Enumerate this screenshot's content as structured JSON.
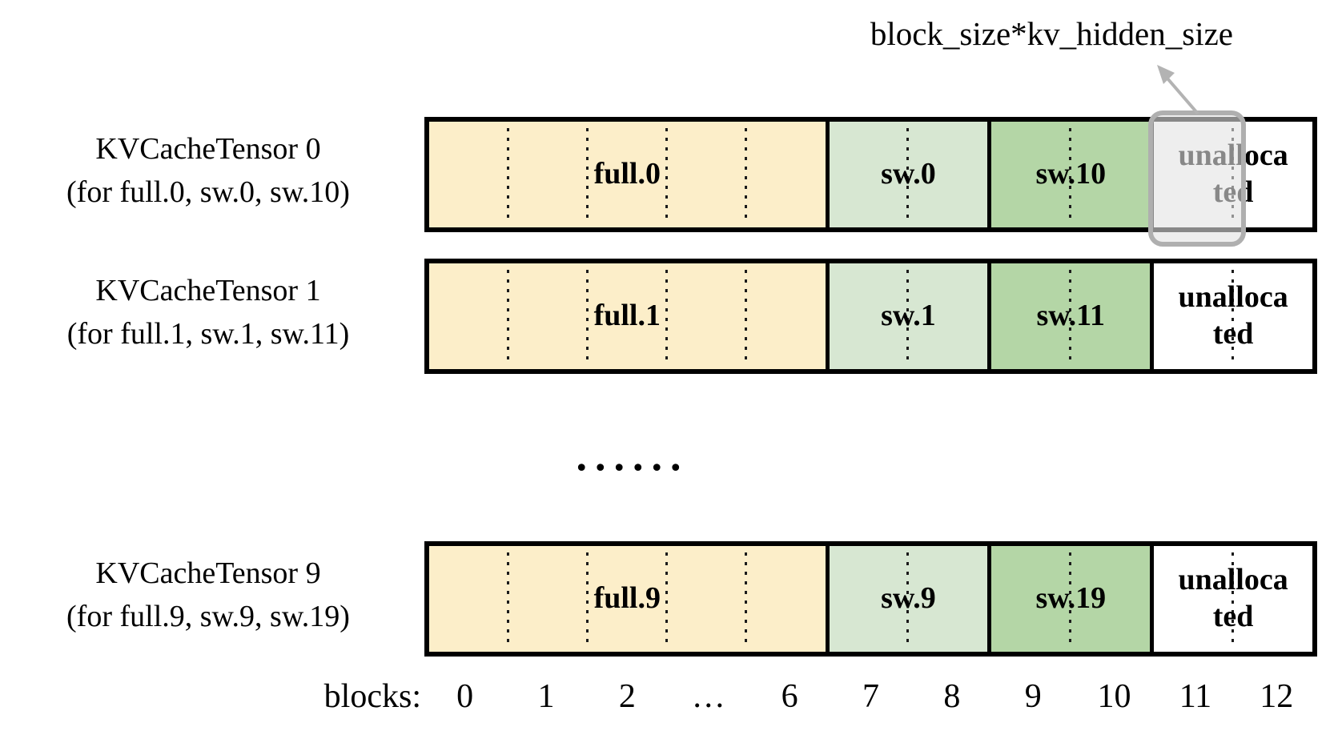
{
  "figure": {
    "annotation_label": "block_size*kv_hidden_size",
    "row_ellipsis": "......",
    "axis_label": "blocks:",
    "axis_ticks": [
      "0",
      "1",
      "2",
      "…",
      "6",
      "7",
      "8",
      "9",
      "10",
      "11",
      "12"
    ]
  },
  "colors": {
    "full": "#FCEEC9",
    "sw": "#D7E7D2",
    "sw_next": "#B4D6A6",
    "unallocated": "#FFFFFF",
    "highlight_border": "#AFAFAF",
    "arrow": "#B3B3B3"
  },
  "tensors": [
    {
      "title": "KVCacheTensor 0",
      "subtitle": "(for full.0, sw.0, sw.10)",
      "full_label": "full.0",
      "sw_label": "sw.0",
      "sw_next_label": "sw.10",
      "unallocated_lines": [
        "unalloca",
        "ted"
      ]
    },
    {
      "title": "KVCacheTensor 1",
      "subtitle": "(for full.1, sw.1, sw.11)",
      "full_label": "full.1",
      "sw_label": "sw.1",
      "sw_next_label": "sw.11",
      "unallocated_lines": [
        "unalloca",
        "ted"
      ]
    },
    {
      "title": "KVCacheTensor 9",
      "subtitle": "(for full.9, sw.9, sw.19)",
      "full_label": "full.9",
      "sw_label": "sw.9",
      "sw_next_label": "sw.19",
      "unallocated_lines": [
        "unalloca",
        "ted"
      ]
    }
  ]
}
